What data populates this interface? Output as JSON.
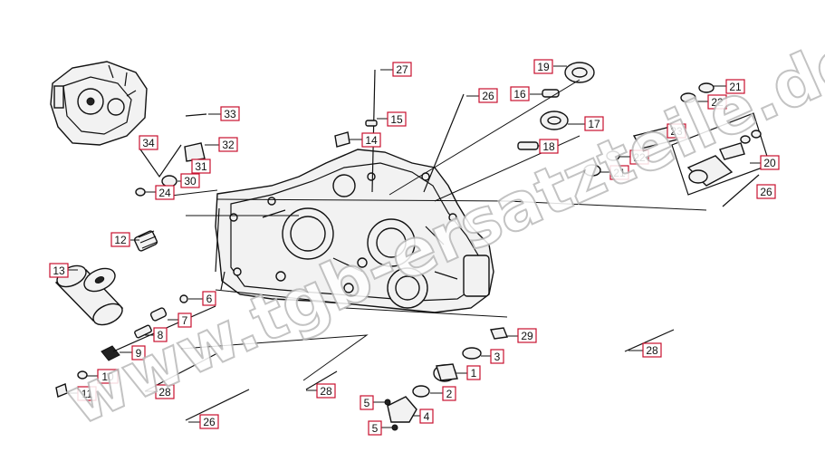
{
  "watermark": "www.tgb-ersatzteile.de",
  "callouts": [
    {
      "id": "c1",
      "label": "1"
    },
    {
      "id": "c2",
      "label": "2"
    },
    {
      "id": "c3",
      "label": "3"
    },
    {
      "id": "c4",
      "label": "4"
    },
    {
      "id": "c5a",
      "label": "5"
    },
    {
      "id": "c5b",
      "label": "5"
    },
    {
      "id": "c6",
      "label": "6"
    },
    {
      "id": "c7",
      "label": "7"
    },
    {
      "id": "c8",
      "label": "8"
    },
    {
      "id": "c9",
      "label": "9"
    },
    {
      "id": "c10",
      "label": "10"
    },
    {
      "id": "c11",
      "label": "11"
    },
    {
      "id": "c12",
      "label": "12"
    },
    {
      "id": "c13",
      "label": "13"
    },
    {
      "id": "c14",
      "label": "14"
    },
    {
      "id": "c15",
      "label": "15"
    },
    {
      "id": "c16",
      "label": "16"
    },
    {
      "id": "c17",
      "label": "17"
    },
    {
      "id": "c18",
      "label": "18"
    },
    {
      "id": "c19",
      "label": "19"
    },
    {
      "id": "c20",
      "label": "20"
    },
    {
      "id": "c21a",
      "label": "21"
    },
    {
      "id": "c21b",
      "label": "21"
    },
    {
      "id": "c22a",
      "label": "22"
    },
    {
      "id": "c22b",
      "label": "22"
    },
    {
      "id": "c23",
      "label": "23"
    },
    {
      "id": "c24",
      "label": "24"
    },
    {
      "id": "c26a",
      "label": "26"
    },
    {
      "id": "c26b",
      "label": "26"
    },
    {
      "id": "c26c",
      "label": "26"
    },
    {
      "id": "c27",
      "label": "27"
    },
    {
      "id": "c28a",
      "label": "28"
    },
    {
      "id": "c28b",
      "label": "28"
    },
    {
      "id": "c28c",
      "label": "28"
    },
    {
      "id": "c29",
      "label": "29"
    },
    {
      "id": "c30",
      "label": "30"
    },
    {
      "id": "c31",
      "label": "31"
    },
    {
      "id": "c32",
      "label": "32"
    },
    {
      "id": "c33",
      "label": "33"
    },
    {
      "id": "c34",
      "label": "34"
    }
  ]
}
